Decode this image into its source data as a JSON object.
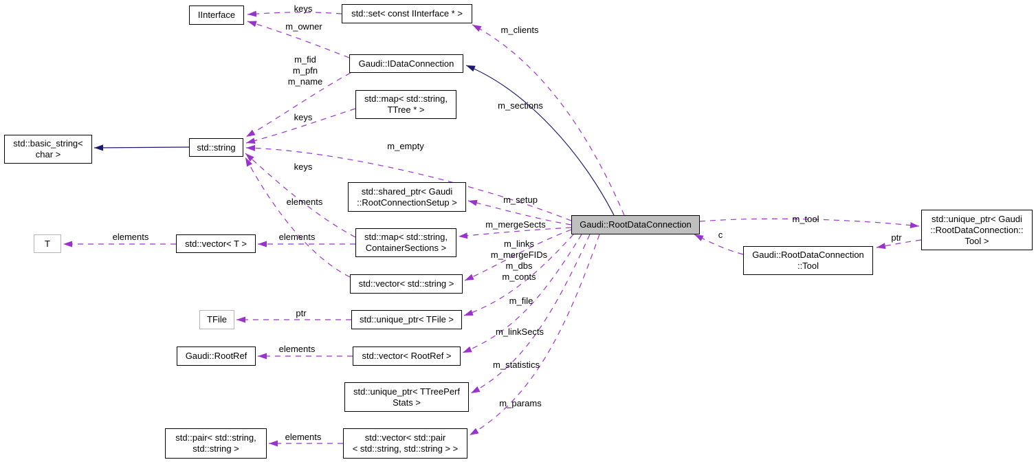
{
  "diagram": {
    "type": "doxygen-collaboration-graph",
    "central_class": "Gaudi::RootDataConnection"
  },
  "colors": {
    "usage_edge": "#9a32cd",
    "inheritance_edge": "#191970",
    "node_fill": "#ffffff",
    "node_border": "#000000",
    "central_fill": "#bfbfbf",
    "template_border": "#b4b4b4"
  },
  "nodes": {
    "iinterface": {
      "label": "IInterface"
    },
    "set_iinterface": {
      "label": "std::set< const IInterface * >"
    },
    "idataconnection": {
      "label": "Gaudi::IDataConnection"
    },
    "map_ttree": {
      "label": "std::map< std::string,\nTTree * >"
    },
    "basic_string": {
      "label": "std::basic_string<\nchar >"
    },
    "string": {
      "label": "std::string"
    },
    "shared_ptr_setup": {
      "label": "std::shared_ptr< Gaudi\n::RootConnectionSetup >"
    },
    "t": {
      "label": "T"
    },
    "vector_t": {
      "label": "std::vector< T >"
    },
    "map_cs": {
      "label": "std::map< std::string,\nContainerSections >"
    },
    "vector_string": {
      "label": "std::vector< std::string >"
    },
    "tfile": {
      "label": "TFile"
    },
    "unique_ptr_tfile": {
      "label": "std::unique_ptr< TFile >"
    },
    "rootref": {
      "label": "Gaudi::RootRef"
    },
    "vector_rootref": {
      "label": "std::vector< RootRef >"
    },
    "unique_ptr_tps": {
      "label": "std::unique_ptr< TTreePerf\nStats >"
    },
    "pair": {
      "label": "std::pair< std::string,\nstd::string >"
    },
    "vector_pair": {
      "label": "std::vector< std::pair\n< std::string, std::string > >"
    },
    "central": {
      "label": "Gaudi::RootDataConnection"
    },
    "tool": {
      "label": "Gaudi::RootDataConnection\n::Tool"
    },
    "unique_ptr_tool": {
      "label": "std::unique_ptr< Gaudi\n::RootDataConnection::\nTool >"
    }
  },
  "edges": {
    "keys_set": {
      "from": "std::set< const IInterface * >",
      "to": "IInterface",
      "label": "keys",
      "style": "dashed"
    },
    "m_owner": {
      "from": "Gaudi::IDataConnection",
      "to": "IInterface",
      "label": "m_owner",
      "style": "dashed"
    },
    "m_clients": {
      "from": "Gaudi::RootDataConnection",
      "to": "std::set< const IInterface * >",
      "label": "m_clients",
      "style": "dashed"
    },
    "m_fid_group": {
      "from": "Gaudi::IDataConnection",
      "to": "std::string",
      "label": "m_fid\nm_pfn\nm_name",
      "style": "dashed"
    },
    "m_sections": {
      "from": "Gaudi::RootDataConnection",
      "to": "std::map< std::string, TTree * >",
      "label": "m_sections",
      "style": "dashed"
    },
    "keys_ttree": {
      "from": "std::map< std::string, TTree * >",
      "to": "std::string",
      "label": "keys",
      "style": "dashed"
    },
    "m_empty": {
      "from": "Gaudi::RootDataConnection",
      "to": "std::string",
      "label": "m_empty",
      "style": "dashed"
    },
    "keys_cs": {
      "from": "std::map< std::string, ContainerSections >",
      "to": "std::string",
      "label": "keys",
      "style": "dashed"
    },
    "m_setup": {
      "from": "Gaudi::RootDataConnection",
      "to": "std::shared_ptr< Gaudi::RootConnectionSetup >",
      "label": "m_setup",
      "style": "dashed"
    },
    "elements_vs": {
      "from": "std::vector< std::string >",
      "to": "std::string",
      "label": "elements",
      "style": "dashed"
    },
    "m_mergeSects": {
      "from": "Gaudi::RootDataConnection",
      "to": "std::map< std::string, ContainerSections >",
      "label": "m_mergeSects",
      "style": "dashed"
    },
    "elements_vt": {
      "from": "std::map< std::string, ContainerSections >",
      "to": "std::vector< T >",
      "label": "elements",
      "style": "dashed"
    },
    "elements_t": {
      "from": "std::vector< T >",
      "to": "T",
      "label": "elements",
      "style": "dashed"
    },
    "m_links_group": {
      "from": "Gaudi::RootDataConnection",
      "to": "std::vector< std::string >",
      "label": "m_links\nm_mergeFIDs\nm_dbs\nm_conts",
      "style": "dashed"
    },
    "m_file": {
      "from": "Gaudi::RootDataConnection",
      "to": "std::unique_ptr< TFile >",
      "label": "m_file",
      "style": "dashed"
    },
    "ptr_tfile": {
      "from": "std::unique_ptr< TFile >",
      "to": "TFile",
      "label": "ptr",
      "style": "dashed"
    },
    "m_linkSects": {
      "from": "Gaudi::RootDataConnection",
      "to": "std::vector< RootRef >",
      "label": "m_linkSects",
      "style": "dashed"
    },
    "elements_rr": {
      "from": "std::vector< RootRef >",
      "to": "Gaudi::RootRef",
      "label": "elements",
      "style": "dashed"
    },
    "m_statistics": {
      "from": "Gaudi::RootDataConnection",
      "to": "std::unique_ptr< TTreePerfStats >",
      "label": "m_statistics",
      "style": "dashed"
    },
    "m_params": {
      "from": "Gaudi::RootDataConnection",
      "to": "std::vector< std::pair< std::string, std::string > >",
      "label": "m_params",
      "style": "dashed"
    },
    "elements_pair": {
      "from": "std::vector< std::pair< std::string, std::string > >",
      "to": "std::pair< std::string, std::string >",
      "label": "elements",
      "style": "dashed"
    },
    "m_tool": {
      "from": "Gaudi::RootDataConnection",
      "to": "std::unique_ptr< Gaudi::RootDataConnection::Tool >",
      "label": "m_tool",
      "style": "dashed"
    },
    "c": {
      "from": "Gaudi::RootDataConnection::Tool",
      "to": "Gaudi::RootDataConnection",
      "label": "c",
      "style": "dashed"
    },
    "ptr_tool": {
      "from": "std::unique_ptr< Gaudi::RootDataConnection::Tool >",
      "to": "Gaudi::RootDataConnection::Tool",
      "label": "ptr",
      "style": "dashed"
    },
    "inherit_string": {
      "from": "std::string",
      "to": "std::basic_string< char >",
      "label": "",
      "style": "solid"
    },
    "inherit_rdc": {
      "from": "Gaudi::RootDataConnection",
      "to": "Gaudi::IDataConnection",
      "label": "",
      "style": "solid"
    }
  }
}
